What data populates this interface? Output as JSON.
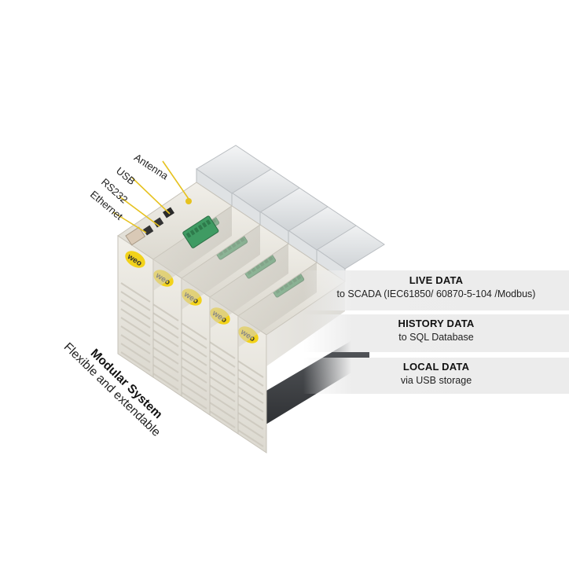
{
  "port_labels": {
    "antenna": "Antenna",
    "usb": "USB",
    "rs232": "RS232",
    "ethernet": "Ethernet"
  },
  "data_bands": [
    {
      "title": "LIVE DATA",
      "subtitle": "to SCADA (IEC61850/ 60870-5-104 /Modbus)"
    },
    {
      "title": "HISTORY DATA",
      "subtitle": "to SQL Database"
    },
    {
      "title": "LOCAL DATA",
      "subtitle": "via USB storage"
    }
  ],
  "caption": {
    "title": "Modular System",
    "subtitle": "Flexible and extendable"
  },
  "module_badge": "weo",
  "colors": {
    "module_body": "#e9e6de",
    "terminal_green": "#3f9b63",
    "badge_yellow": "#f2d21a",
    "callout_yellow": "#e6c21f",
    "band_gray": "#ececec"
  }
}
